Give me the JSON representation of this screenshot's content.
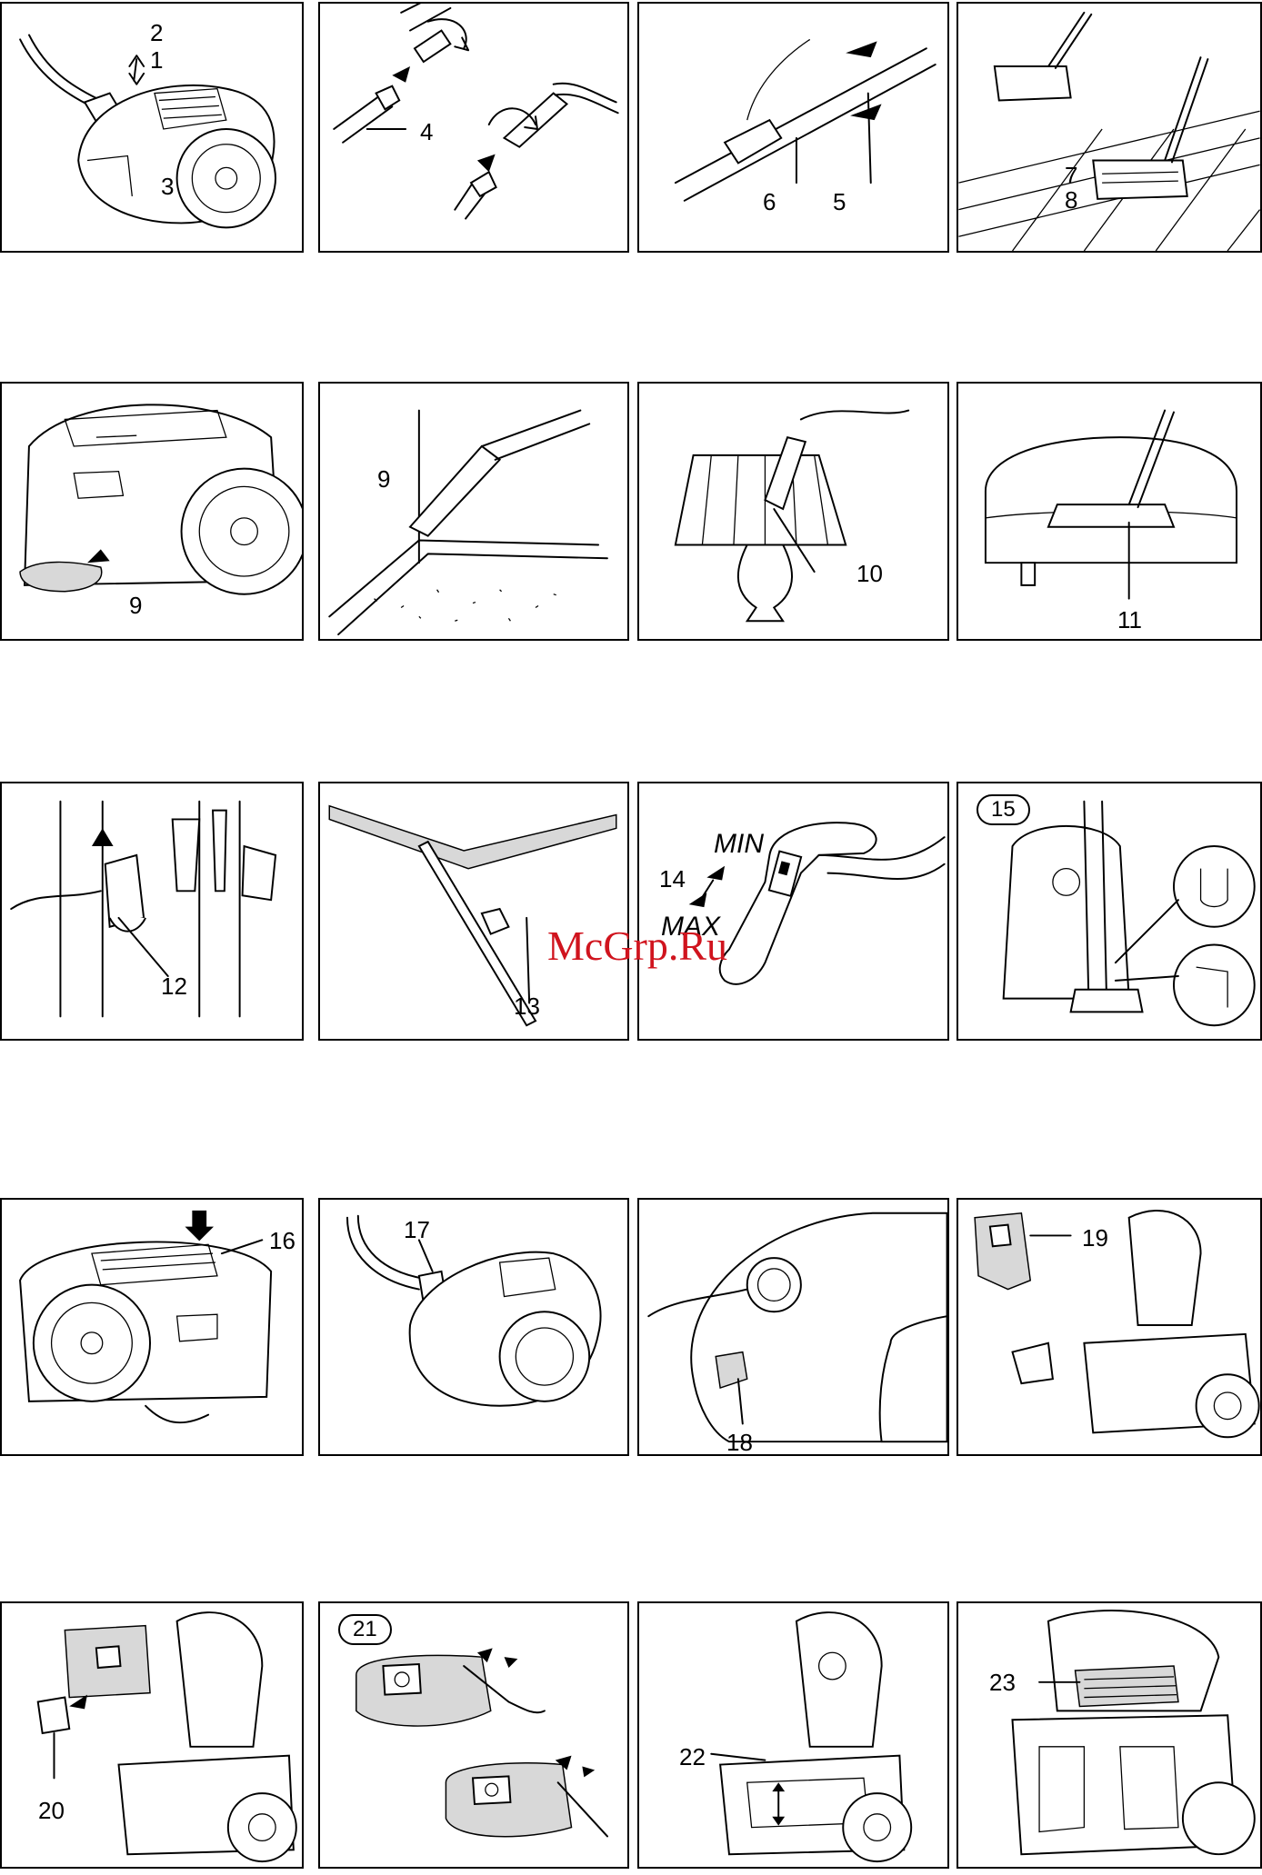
{
  "panels": [
    {
      "id": "p1",
      "callouts": [
        "2",
        "1",
        "3"
      ]
    },
    {
      "id": "p2",
      "callouts": [
        "4"
      ]
    },
    {
      "id": "p3",
      "callouts": [
        "6",
        "5"
      ]
    },
    {
      "id": "p4",
      "callouts": [
        "7",
        "8"
      ]
    },
    {
      "id": "p5",
      "callouts": [
        "9"
      ]
    },
    {
      "id": "p6",
      "callouts": [
        "9"
      ]
    },
    {
      "id": "p7",
      "callouts": [
        "10"
      ]
    },
    {
      "id": "p8",
      "callouts": [
        "11"
      ]
    },
    {
      "id": "p9",
      "callouts": [
        "12"
      ]
    },
    {
      "id": "p10",
      "callouts": [
        "13"
      ]
    },
    {
      "id": "p11",
      "callouts": [
        "14"
      ],
      "labels": {
        "min": "MIN",
        "max": "MAX"
      }
    },
    {
      "id": "p12",
      "badge": "15"
    },
    {
      "id": "p13",
      "callouts": [
        "16"
      ]
    },
    {
      "id": "p14",
      "callouts": [
        "17"
      ]
    },
    {
      "id": "p15",
      "callouts": [
        "18"
      ]
    },
    {
      "id": "p16",
      "callouts": [
        "19"
      ]
    },
    {
      "id": "p17",
      "callouts": [
        "20"
      ]
    },
    {
      "id": "p18",
      "badge": "21"
    },
    {
      "id": "p19",
      "callouts": [
        "22"
      ]
    },
    {
      "id": "p20",
      "callouts": [
        "23"
      ]
    }
  ],
  "watermark": "McGrp.Ru",
  "colors": {
    "line": "#000000",
    "background": "#ffffff",
    "watermark": "#d0141e"
  }
}
